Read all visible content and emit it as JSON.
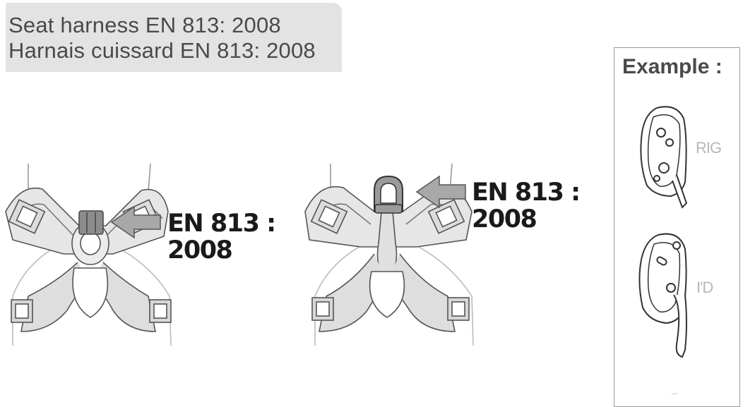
{
  "header": {
    "line1": "Seat harness EN 813: 2008",
    "line2": "Harnais cuissard EN 813: 2008"
  },
  "left_harness": {
    "label_line1": "EN 813 :",
    "label_line2": "2008"
  },
  "right_harness": {
    "label_line1": "EN 813 :",
    "label_line2": "2008"
  },
  "example": {
    "title": "Example :",
    "devices": [
      {
        "label": "RIG"
      },
      {
        "label": "I'D"
      }
    ],
    "more": "..."
  },
  "colors": {
    "header_bg": "#e3e3e3",
    "arrow_fill": "#a8a8a8",
    "attachment_fill": "#8c8c8c",
    "webbing": "#c8c8c8",
    "outline": "#555555"
  }
}
